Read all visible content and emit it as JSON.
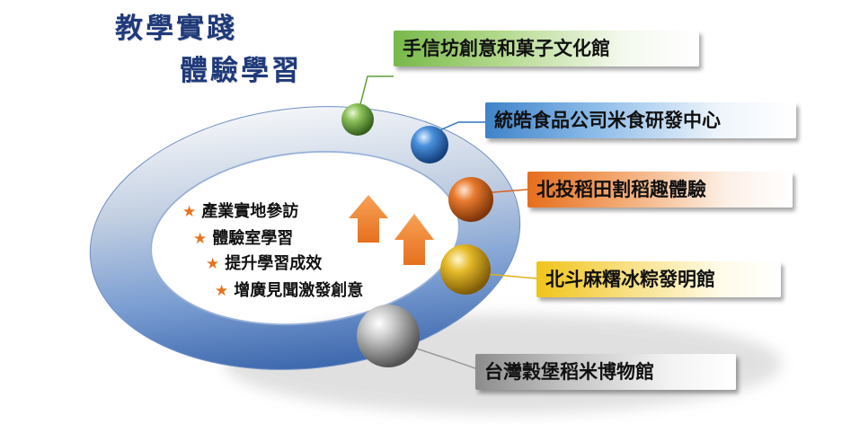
{
  "title": {
    "line1": "教學實踐",
    "line2": "體驗學習"
  },
  "bullets": [
    "產業實地參訪",
    "體驗室學習",
    "提升學習成效",
    "增廣見聞激發創意"
  ],
  "bullet_icon": "star-icon",
  "arrow_icon": "up-arrow-icon",
  "destinations": [
    {
      "label": "手信坊創意和菓子文化館",
      "color": "#5e9e3a"
    },
    {
      "label": "統皓食品公司米食研發中心",
      "color": "#2f74c0"
    },
    {
      "label": "北投稻田割稻趣體驗",
      "color": "#d9621c"
    },
    {
      "label": "北斗麻糬冰粽發明館",
      "color": "#e0b21a"
    },
    {
      "label": "台灣穀堡稻米博物館",
      "color": "#9a9a9a"
    }
  ],
  "colors": {
    "title": "#1f3a7a",
    "ring": "#7f9fcf",
    "arrow": "#f08a2c",
    "star": "#e8731e"
  }
}
